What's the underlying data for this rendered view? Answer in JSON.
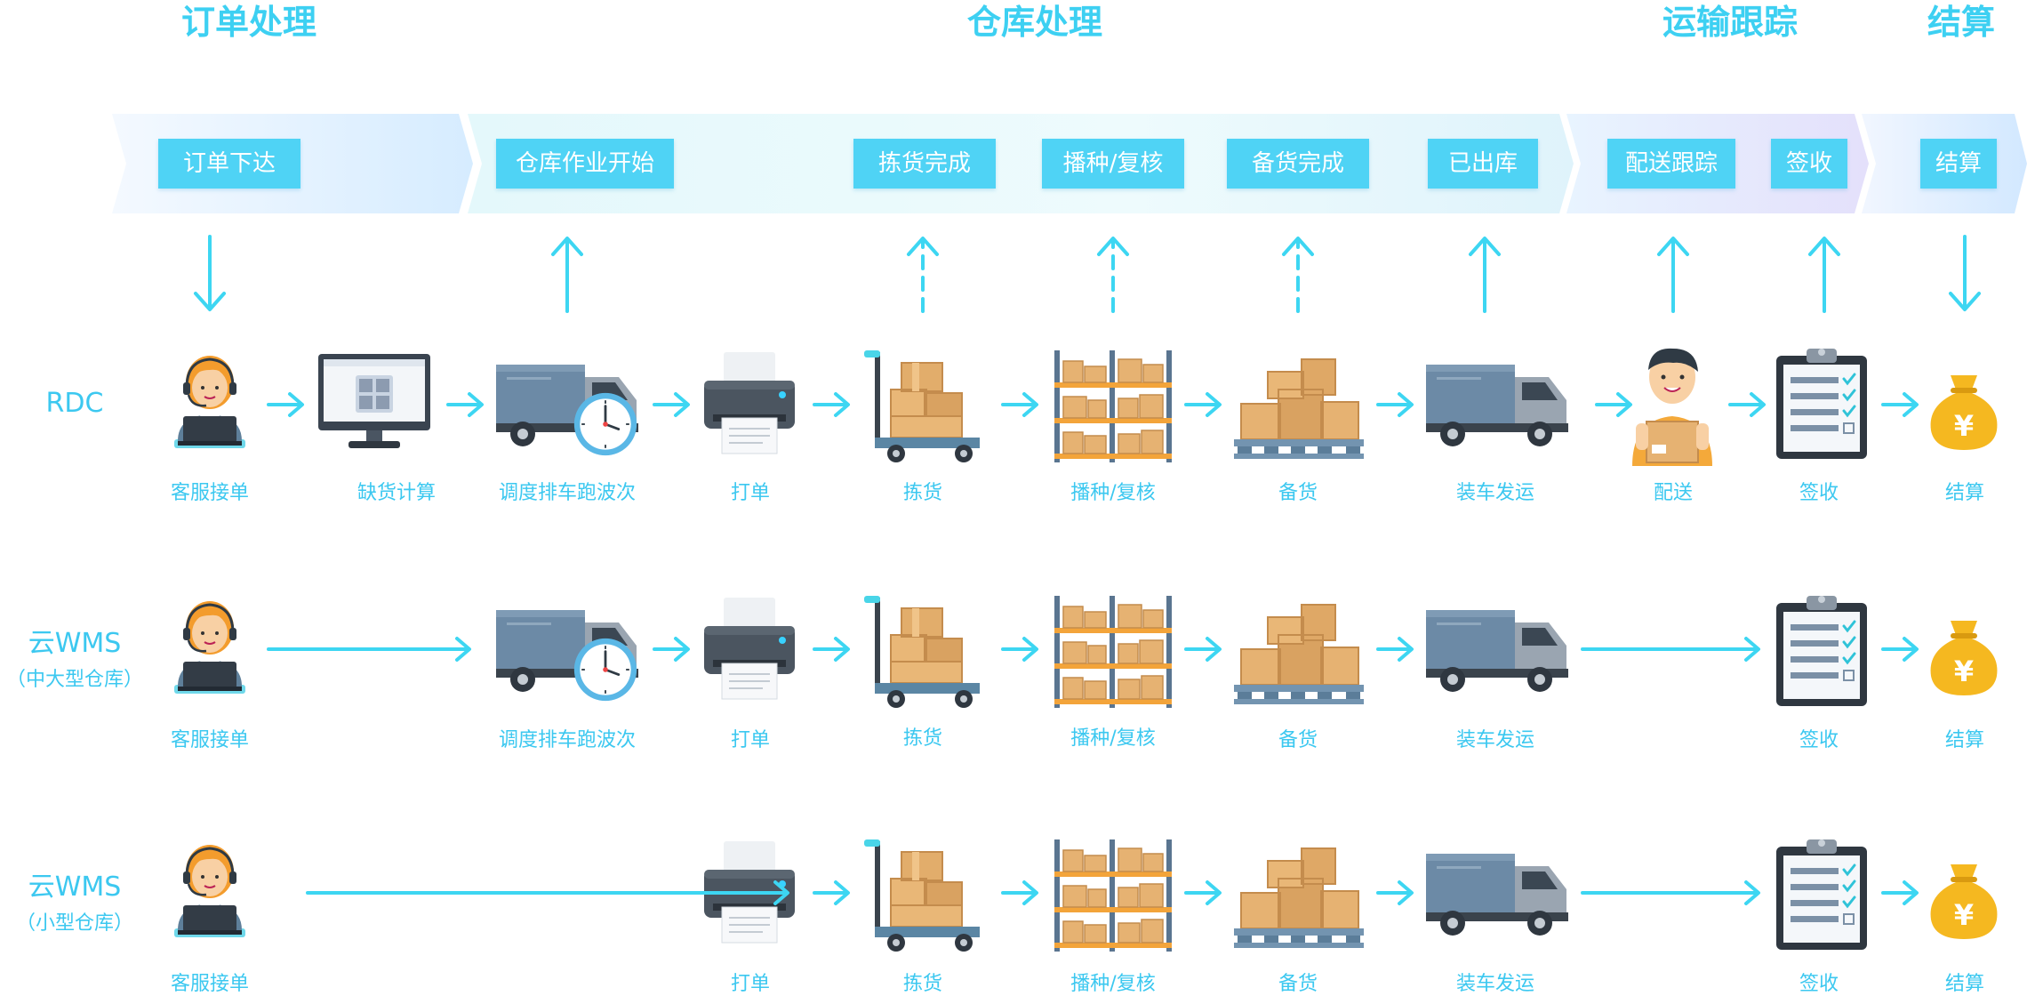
{
  "phases": {
    "order": "订单处理",
    "warehouse": "仓库处理",
    "transport": "运输跟踪",
    "settlement": "结算"
  },
  "stage_tags": {
    "order_issued": "订单下达",
    "warehouse_start": "仓库作业开始",
    "picking_done": "拣货完成",
    "sowing_review": "播种/复核",
    "stocking_done": "备货完成",
    "shipped_out": "已出库",
    "delivery_tracking": "配送跟踪",
    "sign_received": "签收",
    "settle": "结算"
  },
  "rows": [
    {
      "name": "RDC",
      "sub": ""
    },
    {
      "name": "云WMS",
      "sub": "（中大型仓库）"
    },
    {
      "name": "云WMS",
      "sub": "（小型仓库）"
    }
  ],
  "steps": {
    "customer_service": "客服接单",
    "shortage_calc": "缺货计算",
    "dispatch": "调度排车跑波次",
    "print_order": "打单",
    "picking": "拣货",
    "sowing": "播种/复核",
    "stocking": "备货",
    "loading": "装车发运",
    "delivery": "配送",
    "sign": "签收",
    "settle": "结算"
  },
  "colors": {
    "accent": "#3dd0f2",
    "tag_bg": "#4fd3f5",
    "arrow": "#3dd6f2"
  }
}
